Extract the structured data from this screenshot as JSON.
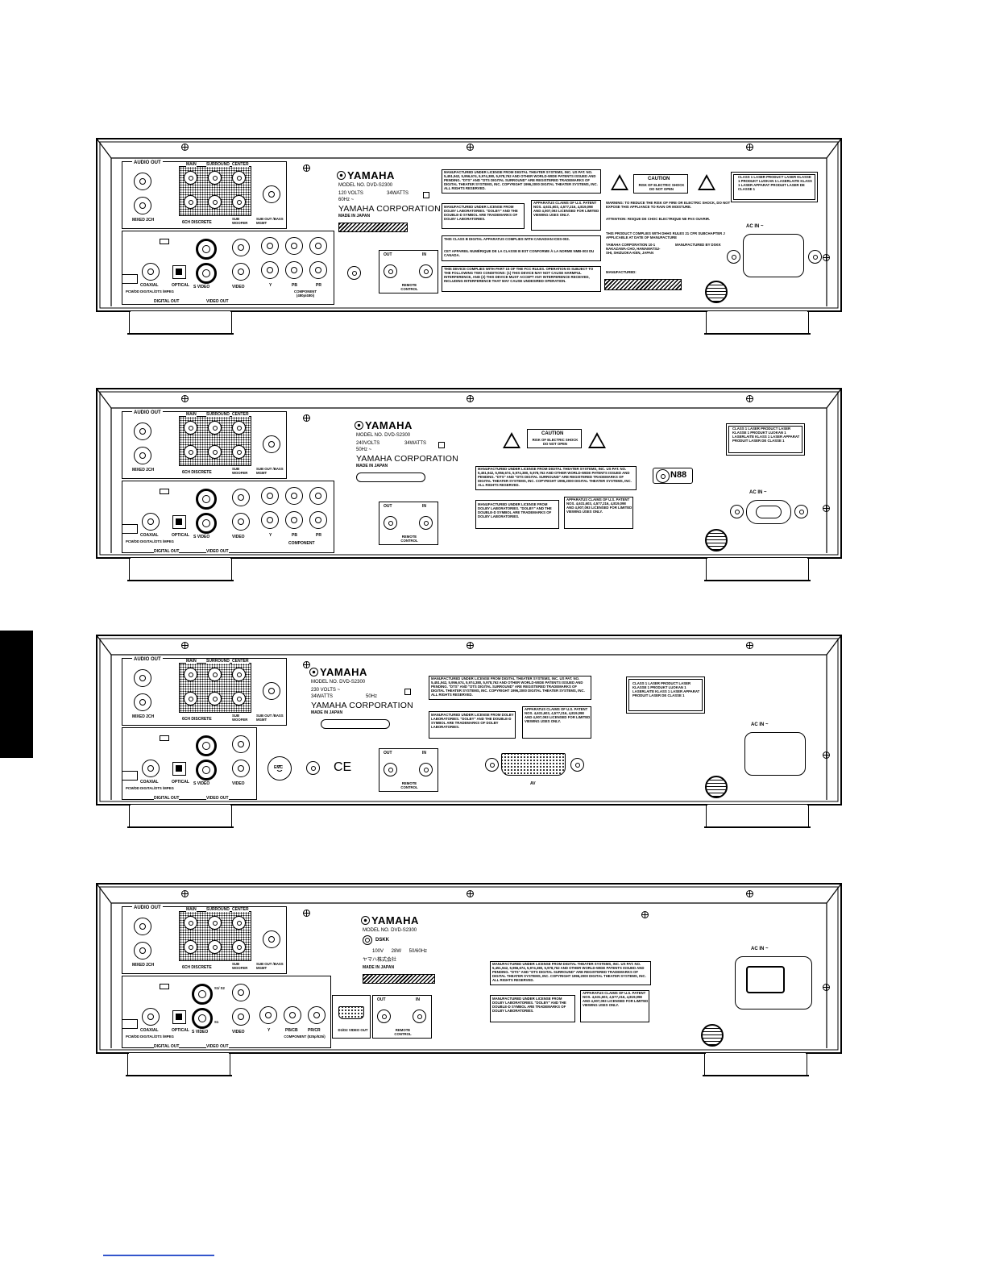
{
  "labels": {
    "audio_out": "AUDIO OUT",
    "main": "MAIN",
    "surround": "SURROUND",
    "center": "CENTER",
    "mixed_2ch": "MIXED 2CH",
    "ch_discrete": "6CH DISCRETE",
    "sub_woofer": "SUB WOOFER",
    "sub_out": "SUB OUT /BASS MGMT",
    "coaxial": "COAXIAL",
    "optical": "OPTICAL",
    "pcm": "PCM/DD DIGITAL/DTS /MPEG",
    "digital_out": "DIGITAL OUT",
    "s_video": "S VIDEO",
    "video": "VIDEO",
    "video_out": "VIDEO OUT",
    "y": "Y",
    "pb": "PB",
    "pr": "PR",
    "pb_cb": "PB/CB",
    "pr_cr": "PR/CR",
    "component": "COMPONENT",
    "component_480": "COMPONENT (480p/480i)",
    "component_525": "COMPONENT (525p/525i)",
    "out": "OUT",
    "in": "IN",
    "remote_control": "REMOTE CONTROL",
    "ac_in": "AC IN ~",
    "yamaha": "YAMAHA",
    "model_no": "MODEL NO. DVD-S2300",
    "yamaha_corp": "YAMAHA CORPORATION",
    "made_in_japan": "MADE IN JAPAN",
    "caution": "CAUTION",
    "caution_sub": "RISK OF ELECTRIC SHOCK DO NOT OPEN",
    "dts_license": "MANUFACTURED UNDER LICENSE FROM DIGITAL THEATER SYSTEMS, INC. US PAT. NO. 5,451,942, 5,956,674, 5,974,380, 5,978,762 AND OTHER WORLD-WIDE PATENTS ISSUED AND PENDING. \"DTS\" AND \"DTS DIGITAL SURROUND\" ARE REGISTERED TRADEMARKS OF DIGITAL THEATER SYSTEMS, INC. COPYRIGHT 1996,2000 DIGITAL THEATER SYSTEMS, INC. ALL RIGHTS RESERVED.",
    "dolby_license": "MANUFACTURED UNDER LICENSE FROM DOLBY LABORATORIES. \"DOLBY\" AND THE DOUBLE-D SYMBOL ARE TRADEMARKS OF DOLBY LABORATORIES.",
    "apparatus": "APPARATUS CLAIMS OF U.S. PATENT NOS. 4,631,603, 4,577,216, 4,819,098 AND 4,907,093 LICENSED FOR LIMITED VIEWING USES ONLY.",
    "laser": "CLASS 1 LASER PRODUCT LASER KLASSE 1 PRODUKT LUOKAN 1 LASERLAITE KLASS 1 LASER APPARAT PRODUIT LASER DE CLASSE 1",
    "canadian": "THIS CLASS B DIGITAL APPARATUS COMPLIES WITH CANADIAN ICES-003.",
    "canadian_fr": "CET APPAREIL NUMÉRIQUE DE LA CLASSE B EST CONFORME À LA NORME NMB-003 DU CANADA.",
    "fcc": "THIS DEVICE COMPLIES WITH PART 15 OF THE FCC RULES. OPERATION IS SUBJECT TO THE FOLLOWING TWO CONDITIONS: (1) THIS DEVICE MAY NOT CAUSE HARMFUL INTERFERENCE, AND (2) THIS DEVICE MUST ACCEPT ANY INTERFERENCE RECEIVED, INCLUDING INTERFERENCE THAT MAY CAUSE UNDESIRED OPERATION.",
    "warning": "WARNING: TO REDUCE THE RISK OF FIRE OR ELECTRIC SHOCK, DO NOT EXPOSE THIS APPLIANCE TO RAIN OR MOISTURE.",
    "attention": "ATTENTION: RISQUE DE CHOC ELECTRIQUE NE PAS OUVRIR.",
    "dhhs": "THIS PRODUCT COMPLIES WITH DHHS RULES 21 CFR SUBCHAPTER J APPLICABLE AT DATE OF MANUFACTURE",
    "yamaha_addr": "YAMAHA CORPORATION 10-1 NAKAZAWA-CHO, HAMAMATSU-SHI, SHIZUOKA-KEN, JAPAN",
    "manufactured_by": "MANUFACTURED BY DSKK",
    "manufactured": "MANUFACTURED:",
    "n88": "N88",
    "av": "AV",
    "d1d2": "D1/D2 VIDEO OUT",
    "s1s2": "S1/ S2",
    "s1": "S1",
    "dskk": "DSKK",
    "jp_corp": "ヤマハ株式会社",
    "emc": "EMC",
    "ce": "CE"
  },
  "panels": [
    {
      "rating1": "120 VOLTS",
      "rating2": "34WATTS",
      "rating3": "60Hz ~"
    },
    {
      "rating1": "240VOLTS",
      "rating2": "34WATTS",
      "rating3": "50Hz ~"
    },
    {
      "rating1": "230 VOLTS ~",
      "rating2": "34WATTS",
      "rating3": "50Hz"
    },
    {
      "rating1": "100V 28W 50/60Hz"
    }
  ]
}
